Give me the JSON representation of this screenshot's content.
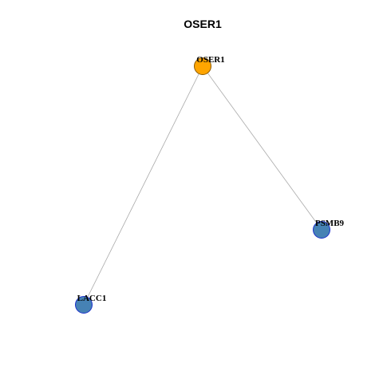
{
  "title": "OSER1",
  "nodes": [
    {
      "id": "OSER1",
      "label": "OSER1",
      "fill": "#FFA500",
      "stroke": "#8B5A00",
      "role": "hub"
    },
    {
      "id": "PSMB9",
      "label": "PSMB9",
      "fill": "#4682B4",
      "stroke": "#1a2fcc",
      "role": "neighbor"
    },
    {
      "id": "LACC1",
      "label": "LACC1",
      "fill": "#4682B4",
      "stroke": "#1a2fcc",
      "role": "neighbor"
    }
  ],
  "edges": [
    {
      "source": "OSER1",
      "target": "PSMB9"
    },
    {
      "source": "OSER1",
      "target": "LACC1"
    }
  ]
}
